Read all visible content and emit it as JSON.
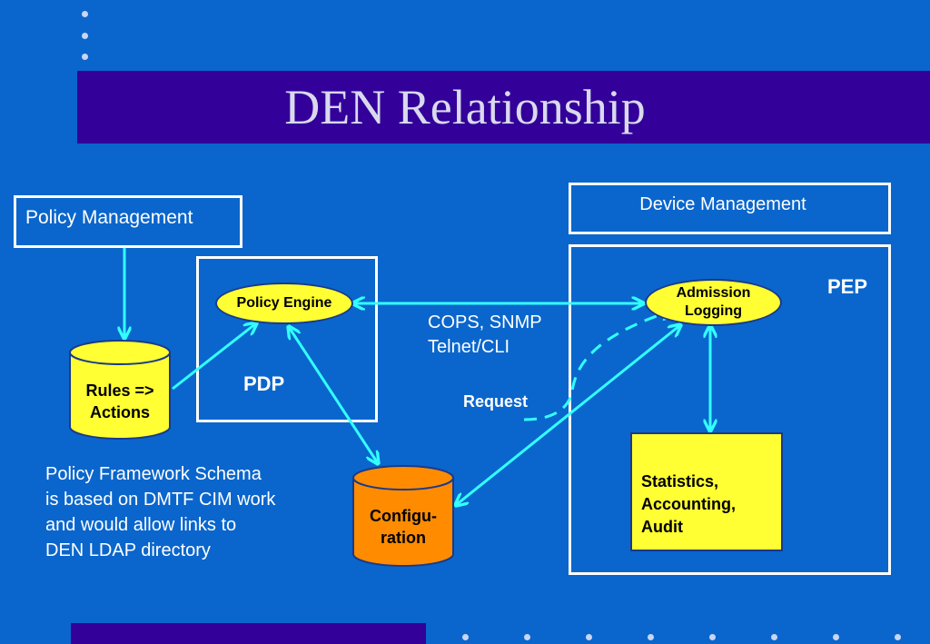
{
  "title": "DEN Relationship",
  "policy_management": {
    "label": "Policy Management"
  },
  "device_management": {
    "label": "Device Management"
  },
  "pdp": {
    "label": "PDP",
    "policy_engine": "Policy Engine"
  },
  "pep": {
    "label": "PEP",
    "admission": "Admission",
    "logging": "Logging"
  },
  "rules": {
    "line1": "Rules =>",
    "line2": "Actions"
  },
  "config": {
    "line1": "Configu-",
    "line2": "ration"
  },
  "stats": {
    "line1": "Statistics,",
    "line2": "Accounting,",
    "line3": "Audit"
  },
  "protocols": {
    "line1": "COPS, SNMP",
    "line2": "Telnet/CLI"
  },
  "request": "Request",
  "note": {
    "line1": "Policy Framework Schema",
    "line2": "is based on DMTF CIM work",
    "line3": "and would allow links to",
    "line4": "DEN LDAP directory"
  },
  "colors": {
    "background": "#0a66cc",
    "title_bar": "#330099",
    "arrow": "#33ffff",
    "yellow_fill": "#ffff33",
    "orange_fill": "#ff8c00"
  }
}
